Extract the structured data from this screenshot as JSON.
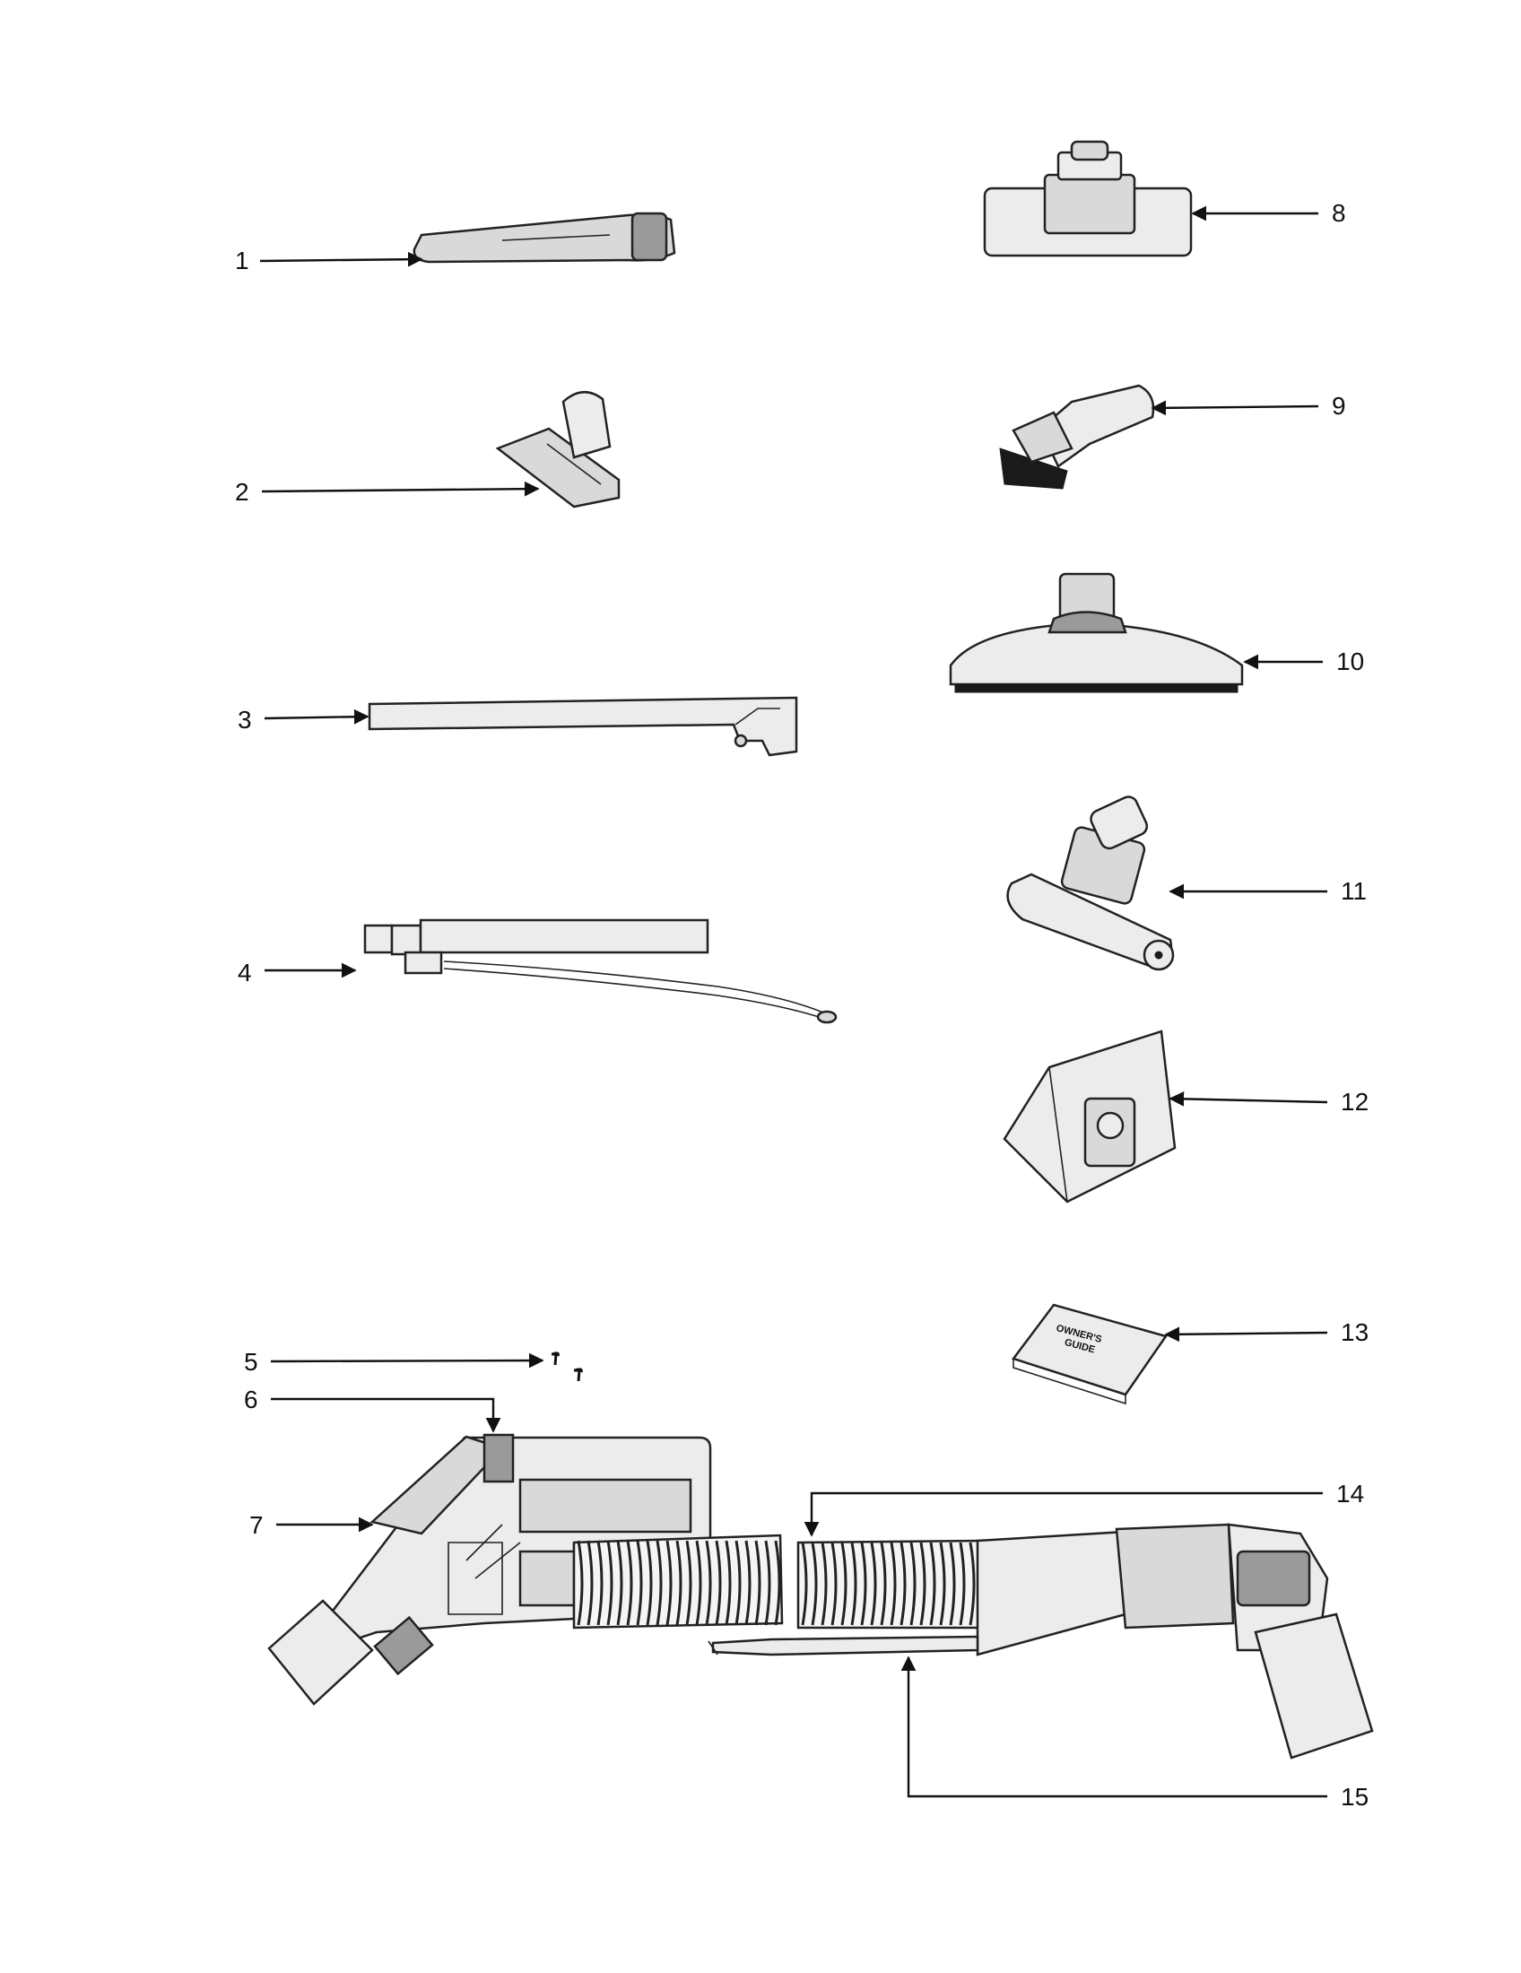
{
  "labels": {
    "p1": "1",
    "p2": "2",
    "p3": "3",
    "p4": "4",
    "p5": "5",
    "p6": "6",
    "p7": "7",
    "p8": "8",
    "p9": "9",
    "p10": "10",
    "p11": "11",
    "p12": "12",
    "p13": "13",
    "p14": "14",
    "p15": "15"
  },
  "guide": {
    "line1": "OWNER'S",
    "line2": "GUIDE"
  }
}
